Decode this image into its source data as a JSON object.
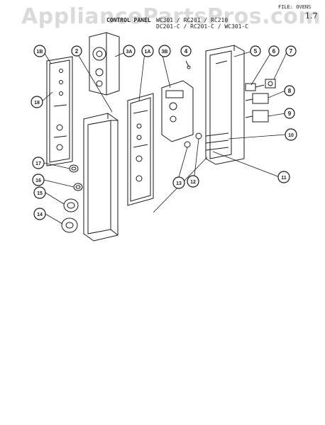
{
  "watermark": "AppliancePartsPros.com",
  "file_label": "FILE: OVENS",
  "page_mark": "1.7",
  "header": {
    "title": "CONTROL PANEL",
    "models_line1": "WC301 / RC201 / RC210",
    "models_line2": "DC201-C / RC201-C / WC301-C"
  },
  "callouts": [
    "1B",
    "2",
    "3A",
    "1A",
    "3B",
    "4",
    "5",
    "6",
    "7",
    "8",
    "9",
    "10",
    "11",
    "12",
    "13",
    "14",
    "15",
    "16",
    "17",
    "18"
  ],
  "colors": {
    "line": "#1a1a1a",
    "watermark": "#9a9a9a",
    "background": "#ffffff"
  }
}
